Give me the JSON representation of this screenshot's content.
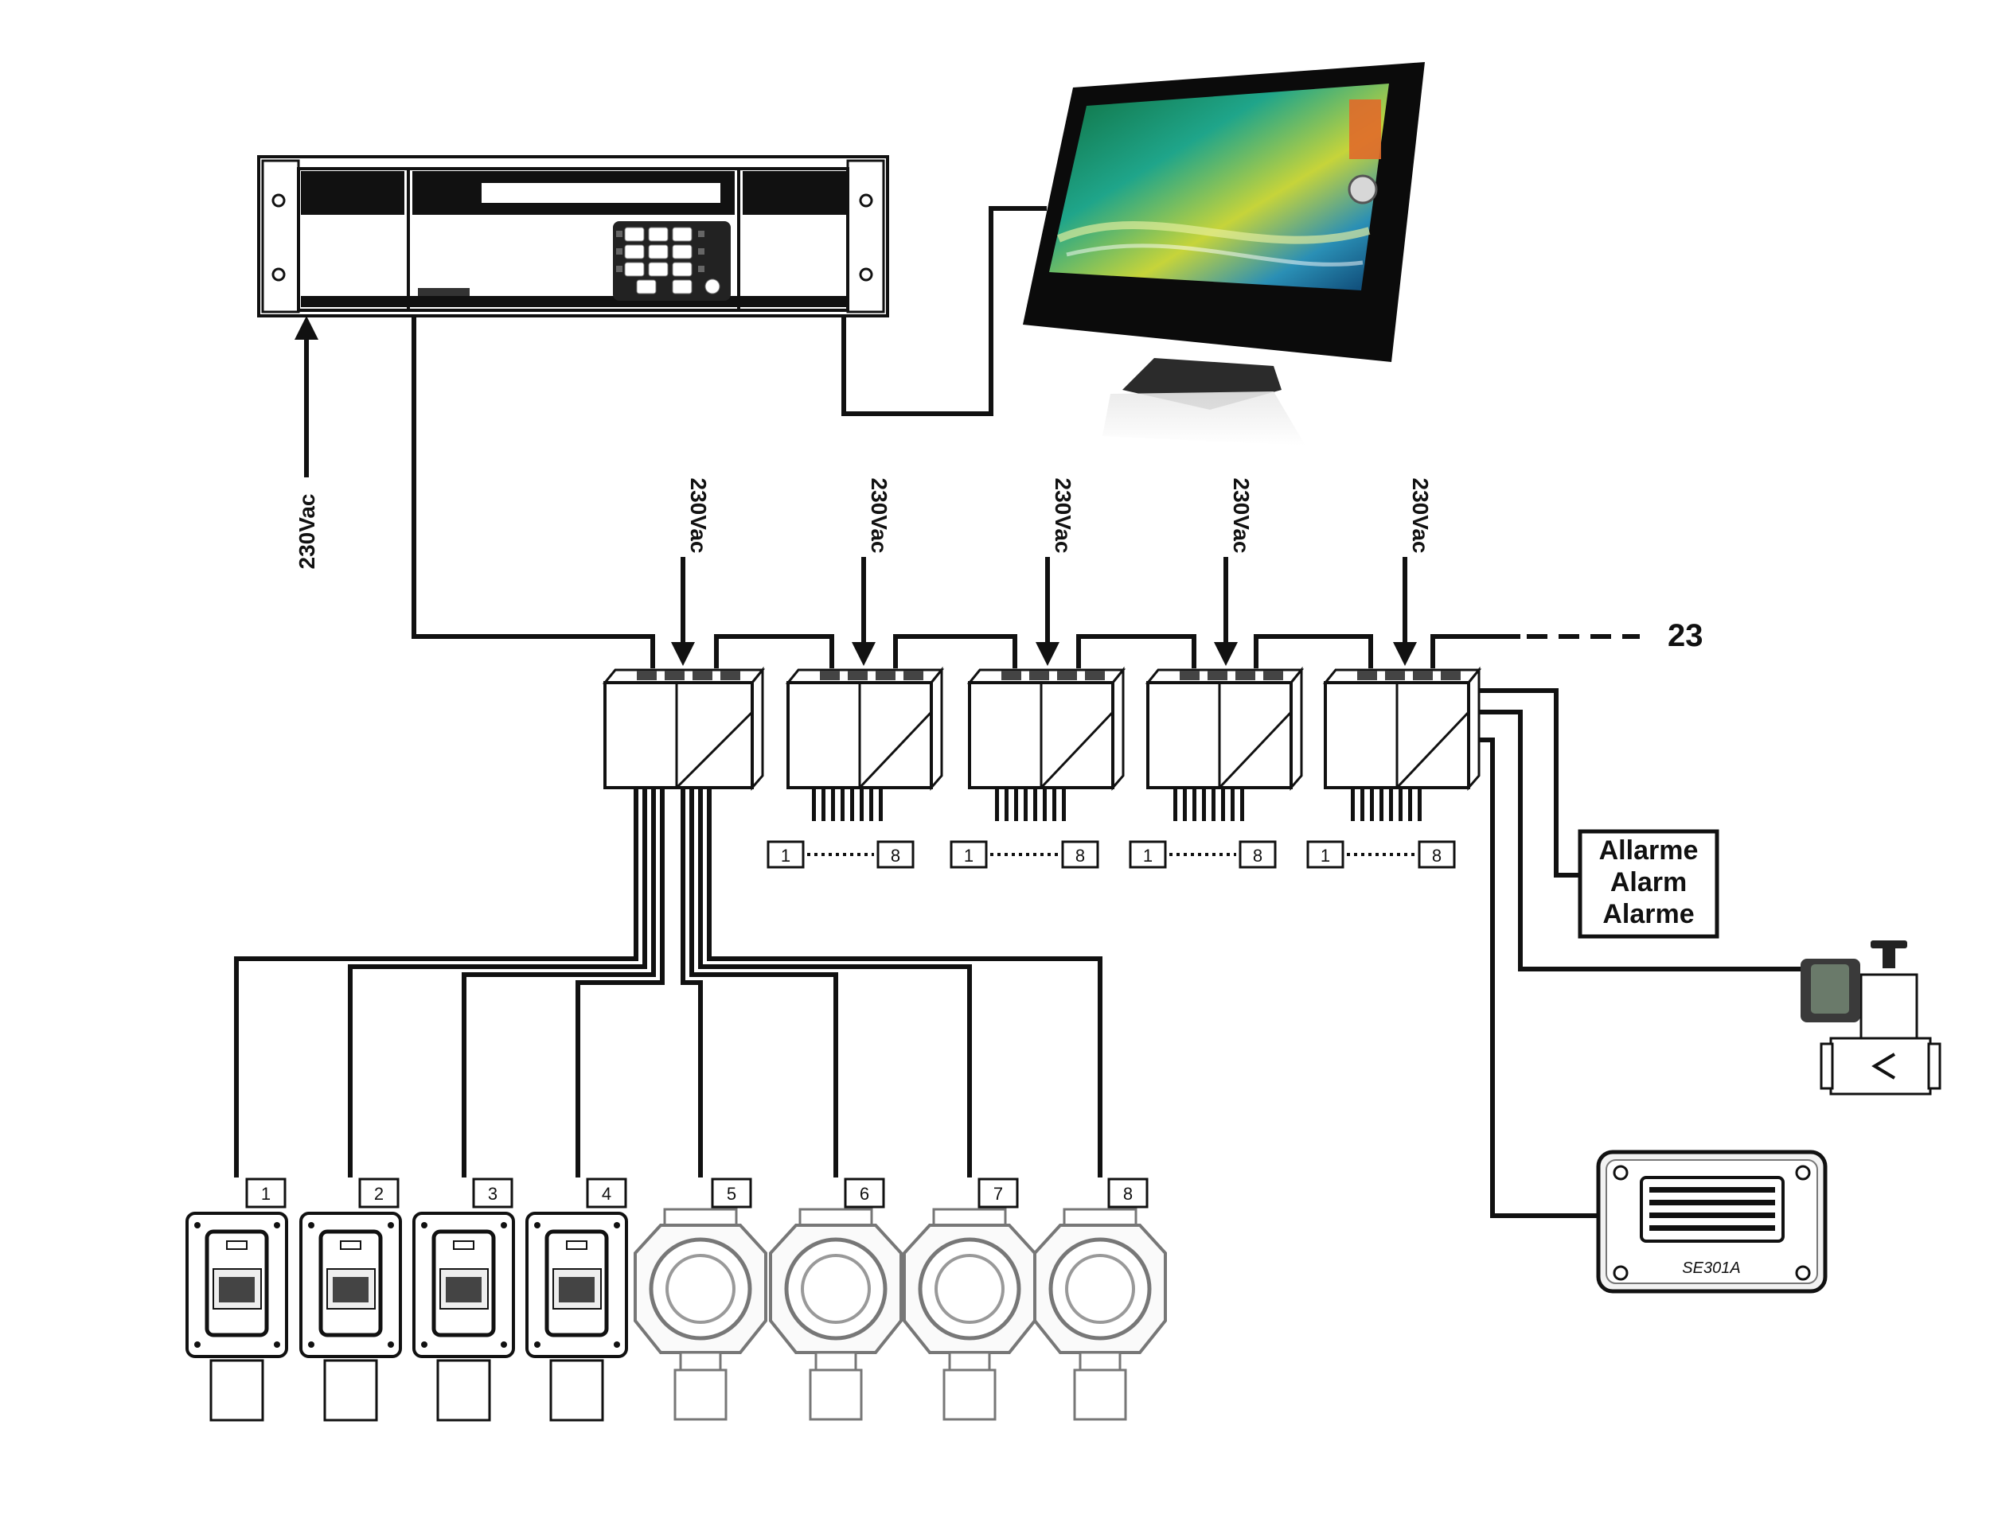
{
  "power": {
    "controller_supply": "230Vac",
    "module_supply": "230Vac"
  },
  "bus": {
    "continuation": "23"
  },
  "relay_ranges": [
    {
      "from": "1",
      "to": "8"
    },
    {
      "from": "1",
      "to": "8"
    },
    {
      "from": "1",
      "to": "8"
    },
    {
      "from": "1",
      "to": "8"
    }
  ],
  "alarm_box": {
    "lines": [
      "Allarme",
      "Alarm",
      "Alarme"
    ]
  },
  "siren": {
    "label": "SE301A"
  },
  "detectors": [
    {
      "number": "1"
    },
    {
      "number": "2"
    },
    {
      "number": "3"
    },
    {
      "number": "4"
    },
    {
      "number": "5"
    },
    {
      "number": "6"
    },
    {
      "number": "7"
    },
    {
      "number": "8"
    }
  ]
}
